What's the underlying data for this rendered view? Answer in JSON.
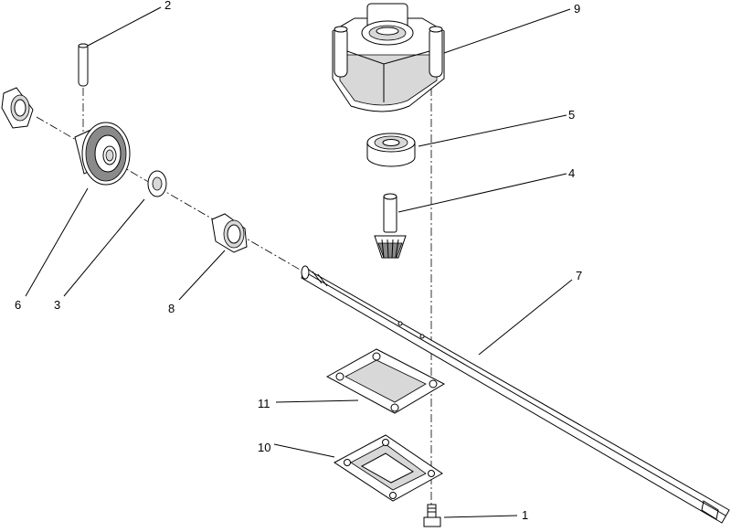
{
  "callouts": [
    {
      "number": "1",
      "part": "bolt"
    },
    {
      "number": "2",
      "part": "roll-pin"
    },
    {
      "number": "3",
      "part": "washer"
    },
    {
      "number": "4",
      "part": "pinion-gear"
    },
    {
      "number": "5",
      "part": "bearing"
    },
    {
      "number": "6",
      "part": "drive-gear"
    },
    {
      "number": "7",
      "part": "axle-shaft"
    },
    {
      "number": "8",
      "part": "bushing-right"
    },
    {
      "number": "9",
      "part": "gear-housing"
    },
    {
      "number": "10",
      "part": "cover-plate"
    },
    {
      "number": "11",
      "part": "gasket"
    }
  ]
}
